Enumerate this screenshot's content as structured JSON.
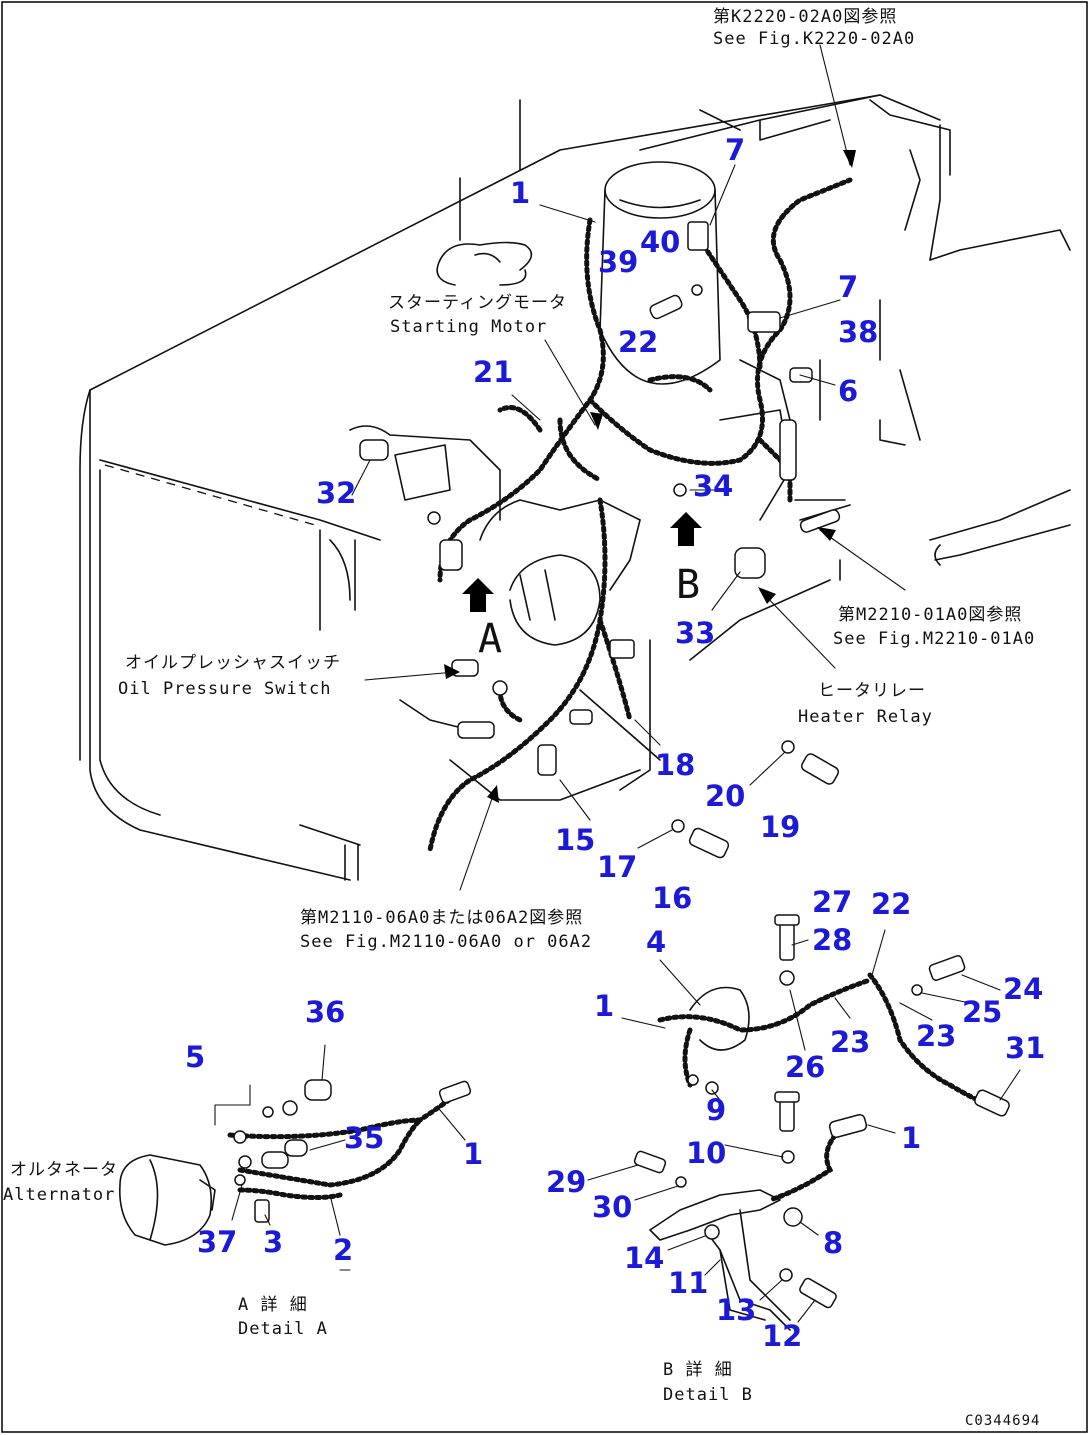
{
  "references": [
    {
      "jp": "第K2220-02A0図参照",
      "en": "See Fig.K2220-02A0"
    },
    {
      "jp": "第M2210-01A0図参照",
      "en": "See Fig.M2210-01A0"
    },
    {
      "jp": "第M2110-06A0または06A2図参照",
      "en": "See Fig.M2110-06A0 or 06A2"
    }
  ],
  "components": [
    {
      "jp": "スターティングモータ",
      "en": "Starting Motor"
    },
    {
      "jp": "オイルプレッシャスイッチ",
      "en": "Oil Pressure Switch"
    },
    {
      "jp": "ヒータリレー",
      "en": "Heater Relay"
    },
    {
      "jp": "オルタネータ",
      "en": "Alternator"
    }
  ],
  "view_letters": [
    "A",
    "B"
  ],
  "details": [
    {
      "jp": "A 詳 細",
      "en": "Detail A"
    },
    {
      "jp": "B 詳 細",
      "en": "Detail B"
    }
  ],
  "callouts": [
    "1",
    "7",
    "39",
    "40",
    "7",
    "38",
    "22",
    "6",
    "21",
    "32",
    "34",
    "33",
    "18",
    "20",
    "19",
    "15",
    "17",
    "16",
    "27",
    "22",
    "28",
    "4",
    "24",
    "1",
    "25",
    "23",
    "23",
    "26",
    "31",
    "9",
    "36",
    "5",
    "35",
    "1",
    "10",
    "1",
    "29",
    "30",
    "8",
    "37",
    "3",
    "2",
    "14",
    "11",
    "13",
    "12"
  ],
  "drawing_code": "C0344694"
}
